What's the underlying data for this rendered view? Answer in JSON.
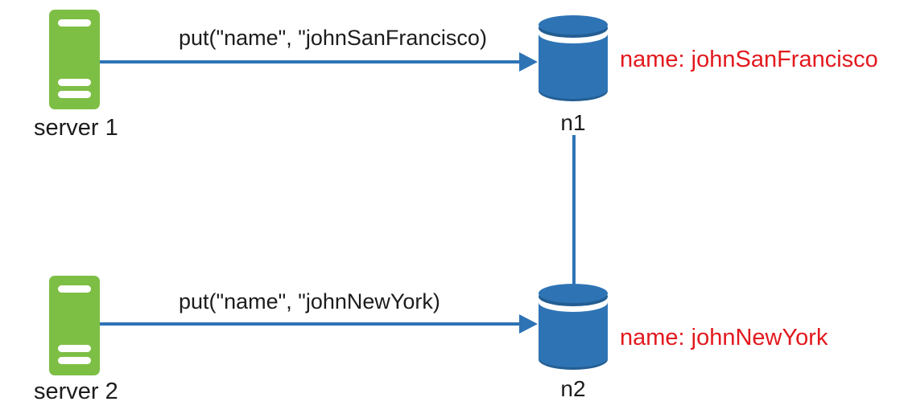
{
  "colors": {
    "background": "#ffffff",
    "server-green": "#7dbf45",
    "db-blue": "#2e74b5",
    "db-blue-dark": "#235e93",
    "label-red": "#e2191e",
    "text-black": "#1c1c1c"
  },
  "diagram": {
    "servers": [
      {
        "id": "server1",
        "label": "server 1"
      },
      {
        "id": "server2",
        "label": "server 2"
      }
    ],
    "nodes": [
      {
        "id": "n1",
        "label": "n1",
        "stored_value": "name: johnSanFrancisco"
      },
      {
        "id": "n2",
        "label": "n2",
        "stored_value": "name: johnNewYork"
      }
    ],
    "operations": [
      {
        "from": "server 1",
        "to": "n1",
        "label": "put(\"name\", \"johnSanFrancisco)"
      },
      {
        "from": "server 2",
        "to": "n2",
        "label": "put(\"name\", \"johnNewYork)"
      }
    ],
    "links": [
      {
        "from": "n1",
        "to": "n2"
      }
    ]
  }
}
